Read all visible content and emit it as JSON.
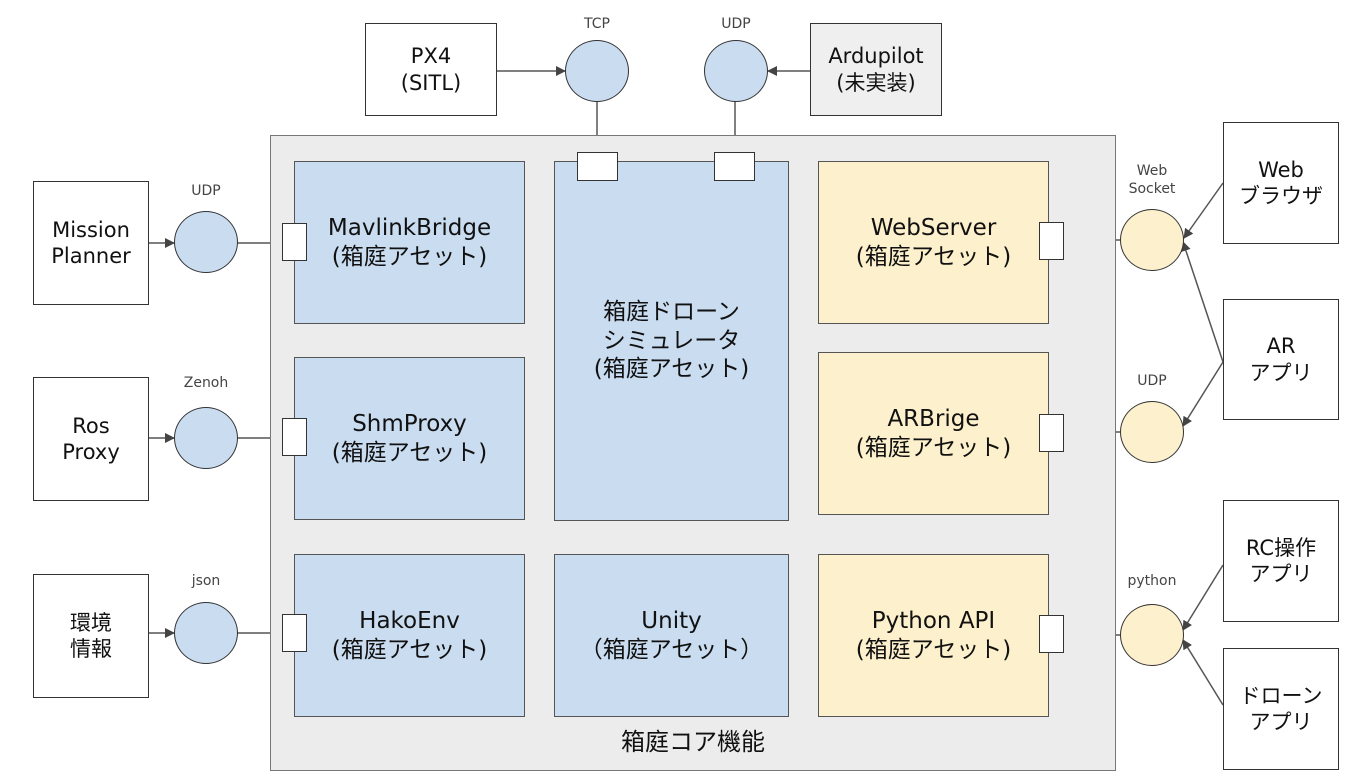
{
  "core": {
    "title": "箱庭コア機能"
  },
  "assets": {
    "mavlink": {
      "name": "MavlinkBridge",
      "sub": "(箱庭アセット)"
    },
    "shm": {
      "name": "ShmProxy",
      "sub": "(箱庭アセット)"
    },
    "hakoenv": {
      "name": "HakoEnv",
      "sub": "(箱庭アセット)"
    },
    "drone": {
      "name1": "箱庭ドローン",
      "name2": "シミュレータ",
      "sub": "(箱庭アセット)"
    },
    "unity": {
      "name": "Unity",
      "sub": "（箱庭アセット）"
    },
    "webserver": {
      "name": "WebServer",
      "sub": "(箱庭アセット)"
    },
    "arbrige": {
      "name": "ARBrige",
      "sub": "(箱庭アセット)"
    },
    "python": {
      "name": "Python API",
      "sub": "(箱庭アセット)"
    }
  },
  "externals": {
    "px4": {
      "line1": "PX4",
      "line2": "(SITL)"
    },
    "ardupilot": {
      "line1": "Ardupilot",
      "line2": "(未実装)"
    },
    "mission": {
      "line1": "Mission",
      "line2": "Planner"
    },
    "ros": {
      "line1": "Ros",
      "line2": "Proxy"
    },
    "env": {
      "line1": "環境",
      "line2": "情報"
    },
    "web": {
      "line1": "Web",
      "line2": "ブラウザ"
    },
    "ar": {
      "line1": "AR",
      "line2": "アプリ"
    },
    "rc": {
      "line1": "RC操作",
      "line2": "アプリ"
    },
    "droneapp": {
      "line1": "ドローン",
      "line2": "アプリ"
    }
  },
  "protocols": {
    "tcp": "TCP",
    "udp_top": "UDP",
    "udp_left": "UDP",
    "zenoh": "Zenoh",
    "json": "json",
    "websocket_1": "Web",
    "websocket_2": "Socket",
    "udp_right": "UDP",
    "python": "python"
  },
  "colors": {
    "asset_blue": "#c9dcf0",
    "asset_yellow": "#fdf0cc",
    "core_gray": "#ececec",
    "external_gray": "#efefef"
  }
}
